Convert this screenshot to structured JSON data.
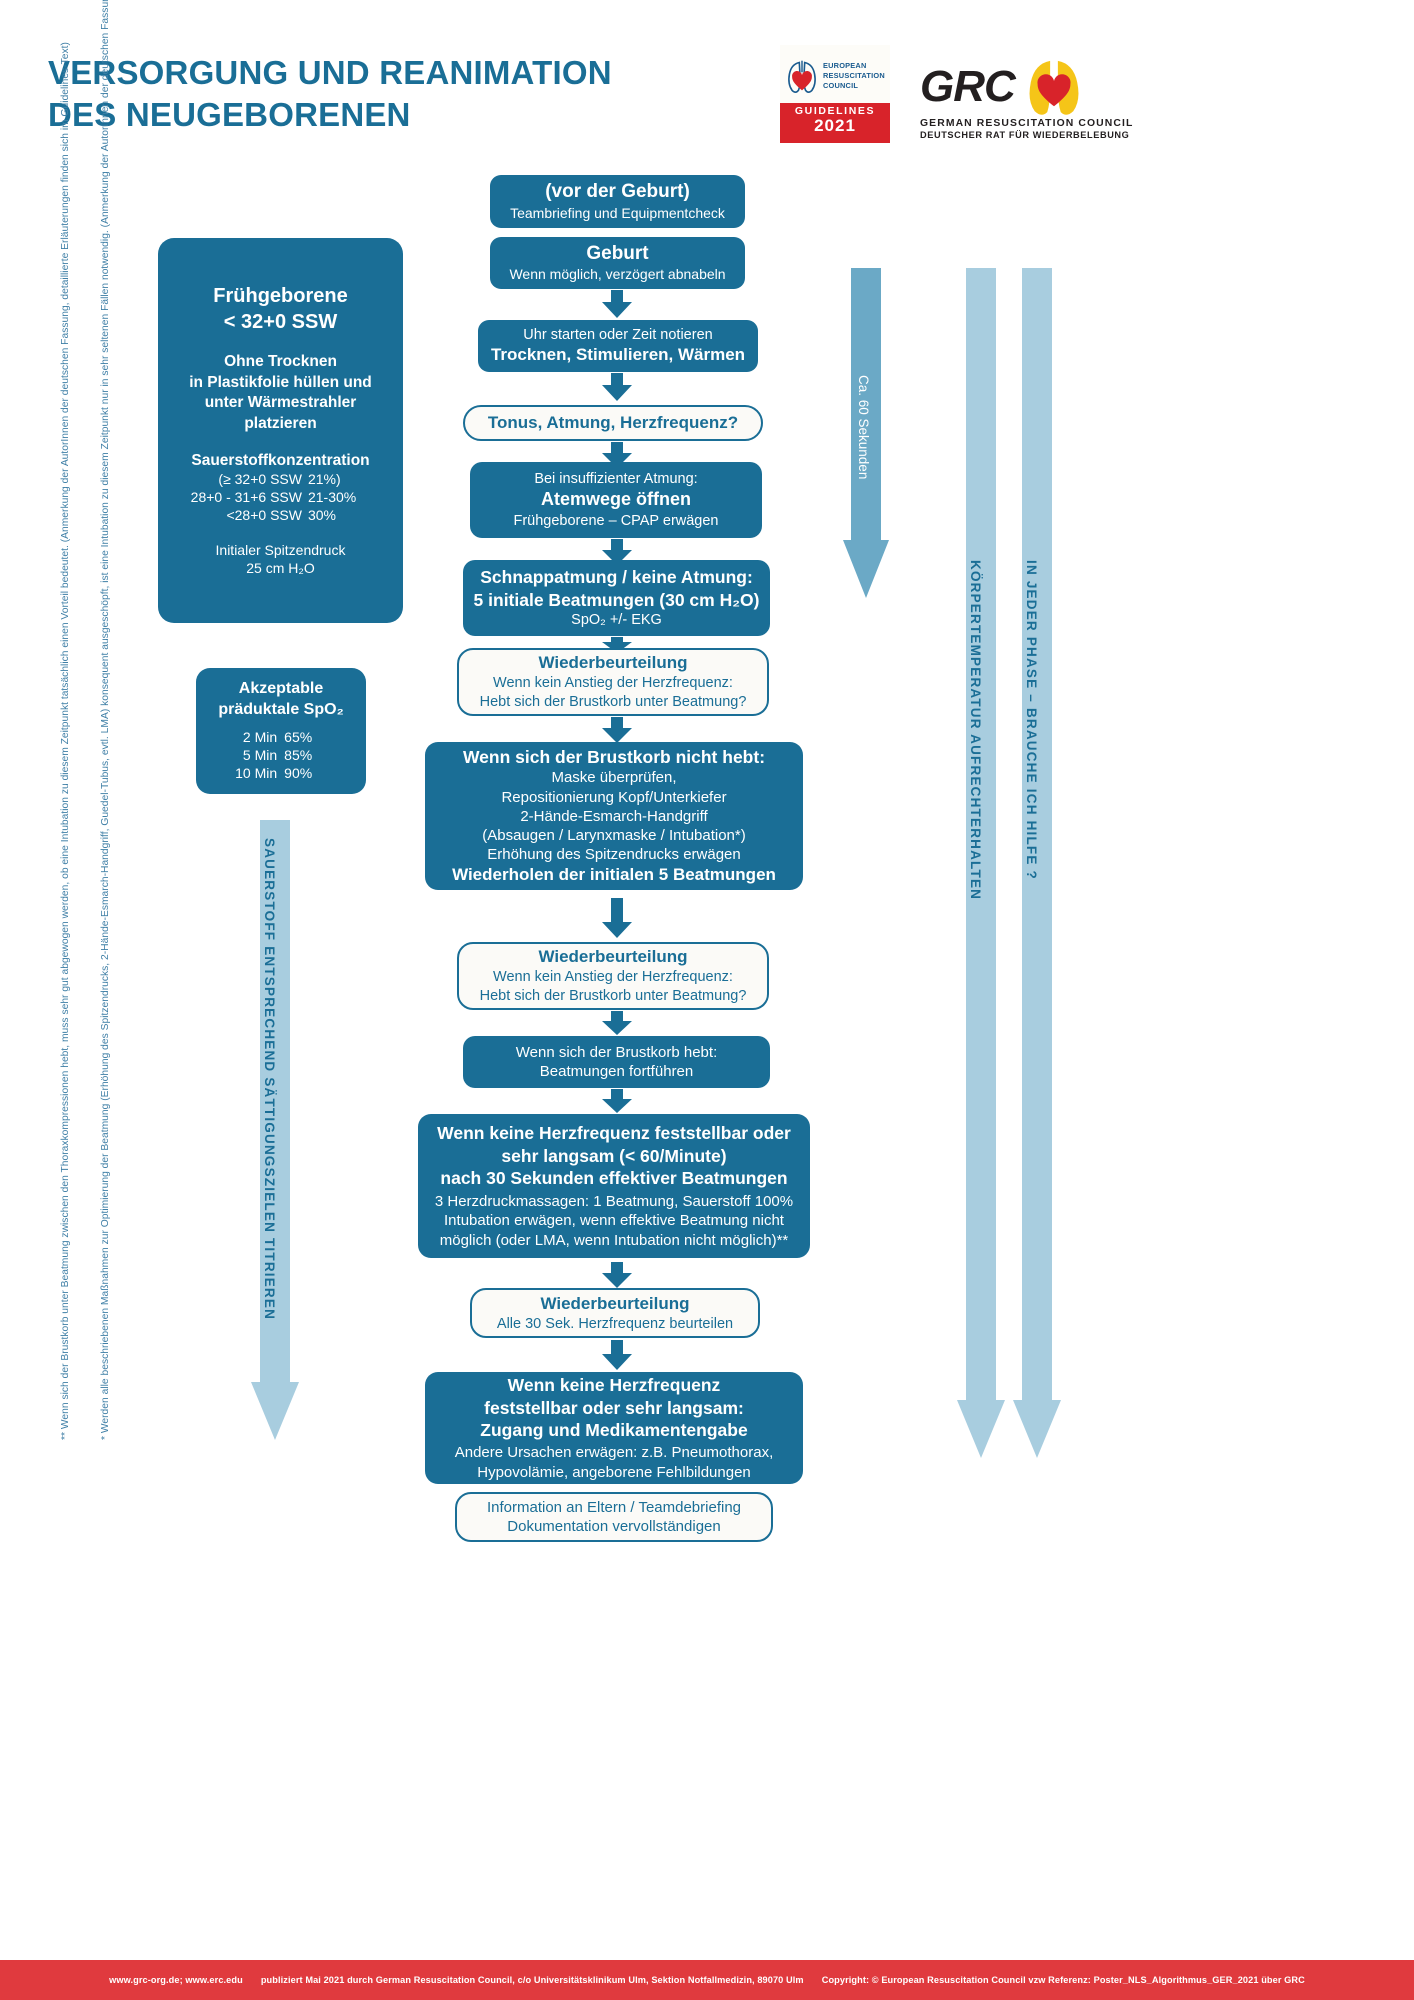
{
  "header": {
    "title_line1": "VERSORGUNG UND REANIMATION",
    "title_line2": "DES NEUGEBORENEN",
    "erc_logo": {
      "line1": "EUROPEAN",
      "line2": "RESUSCITATION",
      "line3": "COUNCIL",
      "band_label": "GUIDELINES",
      "band_year": "2021"
    },
    "grc_logo": {
      "word": "GRC",
      "sub1": "GERMAN RESUSCITATION COUNCIL",
      "sub2": "DEUTSCHER RAT FÜR WIEDERBELEBUNG"
    }
  },
  "left_panel": {
    "heading_line1": "Frühgeborene",
    "heading_line2": "< 32+0 SSW",
    "instruction_line1": "Ohne Trocknen",
    "instruction_line2": "in Plastikfolie hüllen und",
    "instruction_line3": "unter Wärmestrahler",
    "instruction_line4": "platzieren",
    "oxygen_title": "Sauerstoffkonzentration",
    "oxygen_rows": [
      {
        "label": "(≥ 32+0 SSW",
        "value": "21%)"
      },
      {
        "label": "28+0 - 31+6 SSW",
        "value": "21-30%"
      },
      {
        "label": "<28+0 SSW",
        "value": "30%"
      }
    ],
    "pressure_line1": "Initialer Spitzendruck",
    "pressure_line2": "25 cm H₂O"
  },
  "spo2_panel": {
    "heading_line1": "Akzeptable",
    "heading_line2": "präduktale SpO₂",
    "rows": [
      {
        "time": "2 Min",
        "value": "65%"
      },
      {
        "time": "5 Min",
        "value": "85%"
      },
      {
        "time": "10 Min",
        "value": "90%"
      }
    ]
  },
  "flow": {
    "prebirth": {
      "bold": "(vor der Geburt)",
      "normal": "Teambriefing und Equipmentcheck"
    },
    "birth": {
      "bold": "Geburt",
      "normal": "Wenn möglich, verzögert abnabeln"
    },
    "clock": {
      "normal": "Uhr starten oder Zeit notieren",
      "bold": "Trocknen, Stimulieren, Wärmen"
    },
    "assess": {
      "bold": "Tonus, Atmung, Herzfrequenz?"
    },
    "airway": {
      "normal_top": "Bei insuffizienter Atmung:",
      "bold": "Atemwege öffnen",
      "normal_bottom": "Frühgeborene – CPAP erwägen"
    },
    "breaths": {
      "bold_line1": "Schnappatmung / keine Atmung:",
      "bold_line2": "5 initiale Beatmungen (30 cm H₂O)",
      "normal": "SpO₂ +/- EKG"
    },
    "reassess1": {
      "bold": "Wiederbeurteilung",
      "normal_line1": "Wenn kein Anstieg der Herzfrequenz:",
      "normal_line2": "Hebt sich der Brustkorb unter Beatmung?"
    },
    "nolift": {
      "bold_top": "Wenn sich der Brustkorb nicht hebt:",
      "normal_line1": "Maske überprüfen,",
      "normal_line2": "Repositionierung Kopf/Unterkiefer",
      "normal_line3": "2-Hände-Esmarch-Handgriff",
      "normal_line4": "(Absaugen / Larynxmaske / Intubation*)",
      "normal_line5": "Erhöhung des Spitzendrucks erwägen",
      "bold_bottom": "Wiederholen der initialen 5 Beatmungen"
    },
    "reassess2": {
      "bold": "Wiederbeurteilung",
      "normal_line1": "Wenn kein Anstieg der Herzfrequenz:",
      "normal_line2": "Hebt sich der Brustkorb unter Beatmung?"
    },
    "lifts": {
      "normal_line1": "Wenn sich der Brustkorb hebt:",
      "normal_line2": "Beatmungen fortführen"
    },
    "compressions": {
      "bold_line1": "Wenn keine Herzfrequenz feststellbar oder",
      "bold_line2": "sehr langsam (< 60/Minute)",
      "bold_line3": "nach 30 Sekunden effektiver Beatmungen",
      "normal_line1": "3 Herzdruckmassagen: 1 Beatmung, Sauerstoff 100%",
      "normal_line2": "Intubation erwägen, wenn effektive Beatmung nicht",
      "normal_line3": "möglich (oder LMA, wenn Intubation nicht möglich)**"
    },
    "reassess3": {
      "bold": "Wiederbeurteilung",
      "normal": "Alle 30 Sek. Herzfrequenz beurteilen"
    },
    "drugs": {
      "bold_line1": "Wenn keine Herzfrequenz",
      "bold_line2": "feststellbar oder sehr langsam:",
      "bold_line3": "Zugang und Medikamentengabe",
      "normal_line1": "Andere Ursachen erwägen: z.B. Pneumothorax,",
      "normal_line2": "Hypovolämie, angeborene Fehlbildungen"
    },
    "debrief": {
      "normal_line1": "Information an Eltern / Teamdebriefing",
      "normal_line2": "Dokumentation vervollständigen"
    }
  },
  "side_labels": {
    "seconds": "Ca. 60 Sekunden",
    "temperature": "KÖRPERTEMPERATUR AUFRECHTERHALTEN",
    "help": "IN JEDER PHASE – BRAUCHE ICH HILFE ?",
    "oxygen_titrate": "SAUERSTOFF  ENTSPRECHEND  SÄTTIGUNGSZIELEN  TITRIEREN"
  },
  "footnotes": {
    "note1": "* Werden alle beschriebenen Maßnahmen zur Optimierung der Beatmung (Erhöhung des Spitzendrucks, 2-Hände-Esmarch-Handgriff, Guedel-Tubus, evtl. LMA) konsequent ausgeschöpft, ist eine Intubation zu diesem Zeitpunkt nur in sehr seltenen Fällen notwendig. (Anmerkung der AutorInnen der deutschen Fassung)",
    "note2": "** Wenn sich der Brustkorb unter Beatmung zwischen den Thoraxkompressionen hebt, muss sehr gut abgewogen werden, ob eine Intubation zu diesem Zeitpunkt tatsächlich einen Vorteil bedeutet. (Anmerkung der AutorInnen der deutschen Fassung, detaillierte Erläuterungen finden sich im Guidelines-Text)"
  },
  "footer": {
    "websites": "www.grc-org.de; www.erc.edu",
    "published": "publiziert Mai 2021 durch German Resuscitation Council, c/o Universitätsklinikum Ulm, Sektion Notfallmedizin, 89070 Ulm",
    "copyright": "Copyright: © European Resuscitation Council vzw Referenz: Poster_NLS_Algorithmus_GER_2021 über GRC"
  },
  "colors": {
    "teal": "#1a6e96",
    "light_blue": "#a8cddf",
    "red": "#e03a3e",
    "yellow": "#f5c518"
  }
}
